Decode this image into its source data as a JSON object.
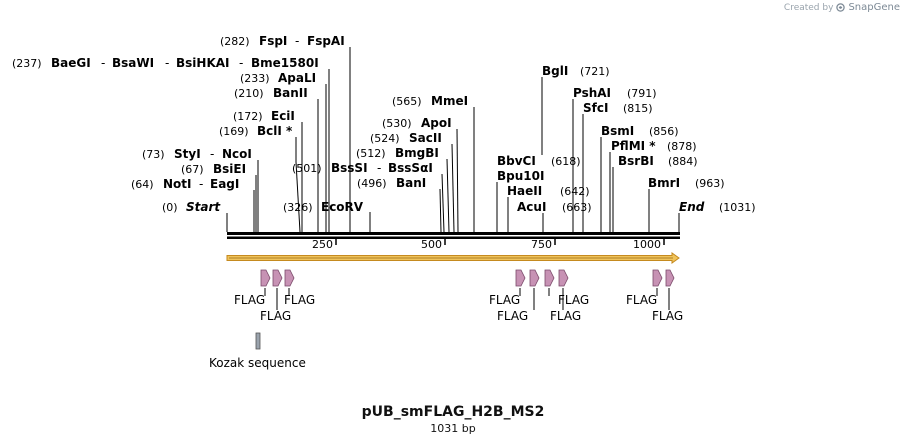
{
  "watermark": {
    "prefix": "Created by",
    "brand": "SnapGene"
  },
  "plasmid": {
    "name": "pUB_smFLAG_H2B_MS2",
    "length_label": "1031 bp",
    "length": 1031
  },
  "ends": {
    "start": {
      "pos": "(0)",
      "label": "Start"
    },
    "end": {
      "pos": "(1031)",
      "label": "End"
    }
  },
  "ruler": {
    "ticks": [
      "250",
      "500",
      "750",
      "1000"
    ]
  },
  "sites": [
    {
      "pos": "(64)",
      "names": [
        "NotI",
        "EagI"
      ]
    },
    {
      "pos": "(67)",
      "names": [
        "BsiEI"
      ]
    },
    {
      "pos": "(73)",
      "names": [
        "StyI",
        "NcoI"
      ]
    },
    {
      "pos": "(169)",
      "names": [
        "BclI *"
      ]
    },
    {
      "pos": "(172)",
      "names": [
        "EciI"
      ]
    },
    {
      "pos": "(210)",
      "names": [
        "BanII"
      ]
    },
    {
      "pos": "(233)",
      "names": [
        "ApaLI"
      ]
    },
    {
      "pos": "(237)",
      "names": [
        "BaeGI",
        "BsaWI",
        "BsiHKAI",
        "Bme1580I"
      ]
    },
    {
      "pos": "(282)",
      "names": [
        "FspI",
        "FspAI"
      ]
    },
    {
      "pos": "(326)",
      "names": [
        "EcoRV"
      ]
    },
    {
      "pos": "(501)",
      "names": [
        "BssSI",
        "BssSαI"
      ]
    },
    {
      "pos": "(496)",
      "names": [
        "BanI"
      ]
    },
    {
      "pos": "(512)",
      "names": [
        "BmgBI"
      ]
    },
    {
      "pos": "(524)",
      "names": [
        "SacII"
      ]
    },
    {
      "pos": "(530)",
      "names": [
        "ApoI"
      ]
    },
    {
      "pos": "(565)",
      "names": [
        "MmeI"
      ]
    },
    {
      "pos": "(618)",
      "names": [
        "BbvCI"
      ]
    },
    {
      "pos": "",
      "names": [
        "Bpu10I"
      ]
    },
    {
      "pos": "(642)",
      "names": [
        "HaeII"
      ]
    },
    {
      "pos": "(663)",
      "names": [
        "AcuI"
      ]
    },
    {
      "pos": "(721)",
      "names": [
        "BglI"
      ]
    },
    {
      "pos": "(791)",
      "names": [
        "PshAI"
      ]
    },
    {
      "pos": "(815)",
      "names": [
        "SfcI"
      ]
    },
    {
      "pos": "(856)",
      "names": [
        "BsmI"
      ]
    },
    {
      "pos": "(878)",
      "names": [
        "PflMI *"
      ]
    },
    {
      "pos": "(884)",
      "names": [
        "BsrBI"
      ]
    },
    {
      "pos": "(963)",
      "names": [
        "BmrI"
      ]
    }
  ],
  "features": {
    "flag_label": "FLAG",
    "kozak_label": "Kozak sequence",
    "colors": {
      "flag": "#c792b4",
      "kozak": "#9aa3ad",
      "orf": "#f0c35a",
      "orf_stroke": "#c58a1f"
    }
  }
}
